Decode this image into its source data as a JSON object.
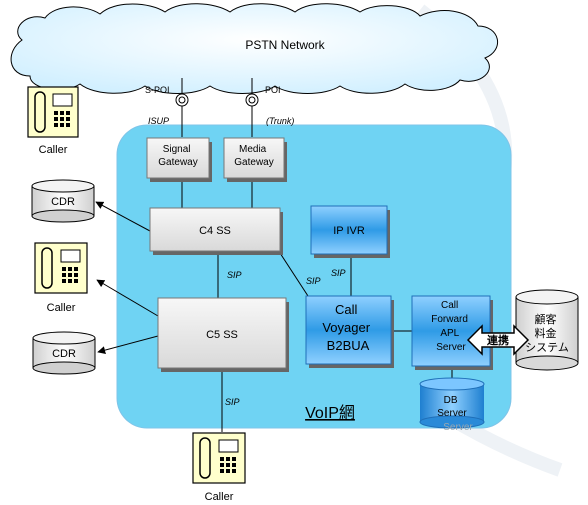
{
  "network": {
    "pstn_label": "PSTN Network",
    "voip_label": "VoIP網"
  },
  "interconnect": {
    "left_poi": "S-POI",
    "right_poi": "POI",
    "left_protocol": "ISUP",
    "right_protocol": "(Trunk)"
  },
  "nodes": {
    "signal_gateway": [
      "Signal",
      "Gateway"
    ],
    "media_gateway": [
      "Media",
      "Gateway"
    ],
    "c4ss": "C4 SS",
    "c5ss": "C5 SS",
    "ip_ivr": "IP IVR",
    "b2bua": [
      "Call",
      "Voyager",
      "B2BUA"
    ],
    "forward_server": [
      "Call",
      "Forward",
      "APL",
      "Server"
    ],
    "db_server": [
      "DB",
      "Server"
    ],
    "db_server_ghost": "Server",
    "billing": [
      "顧客",
      "料金",
      "システム"
    ],
    "cdr_top": "CDR",
    "cdr_bottom": "CDR"
  },
  "phones": {
    "top": "Caller",
    "middle": "Caller",
    "bottom": "Caller"
  },
  "links": {
    "c4_c5": "SIP",
    "c4_b2bua": "SIP",
    "ivr_b2bua": "SIP",
    "c5_caller": "SIP",
    "integration": "連携"
  },
  "colors": {
    "voip_fill": "#6fd3f3",
    "server_blue": "#2f9be6",
    "node_gray": "#e8e8e8"
  }
}
